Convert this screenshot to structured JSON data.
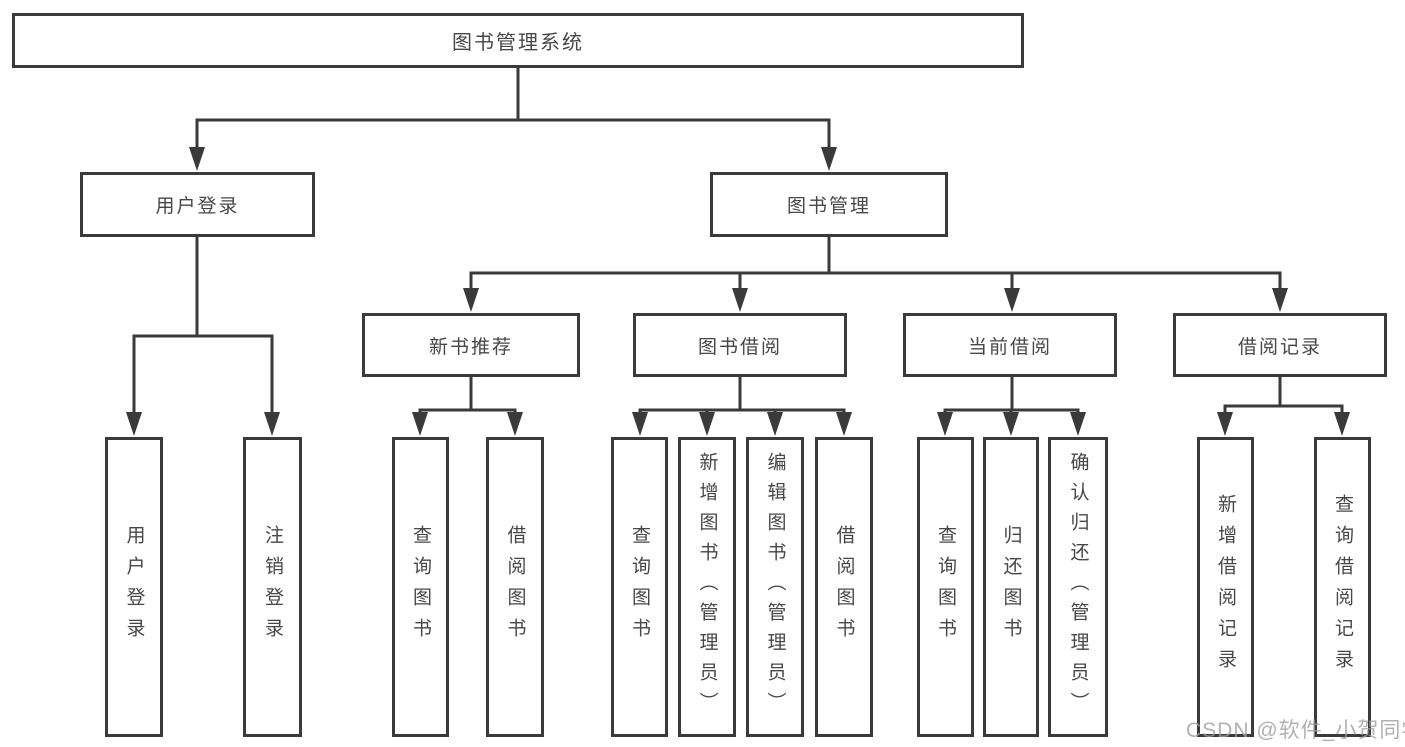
{
  "tree": {
    "label": "图书管理系统",
    "children": [
      {
        "label": "用户登录",
        "children": [
          {
            "label": "用户登录"
          },
          {
            "label": "注销登录"
          }
        ]
      },
      {
        "label": "图书管理",
        "children": [
          {
            "label": "新书推荐",
            "children": [
              {
                "label": "查询图书"
              },
              {
                "label": "借阅图书"
              }
            ]
          },
          {
            "label": "图书借阅",
            "children": [
              {
                "label": "查询图书"
              },
              {
                "label": "新增图书（管理员）"
              },
              {
                "label": "编辑图书（管理员）"
              },
              {
                "label": "借阅图书"
              }
            ]
          },
          {
            "label": "当前借阅",
            "children": [
              {
                "label": "查询图书"
              },
              {
                "label": "归还图书"
              },
              {
                "label": "确认归还（管理员）"
              }
            ]
          },
          {
            "label": "借阅记录",
            "children": [
              {
                "label": "新增借阅记录"
              },
              {
                "label": "查询借阅记录"
              }
            ]
          }
        ]
      }
    ]
  },
  "watermark": {
    "text": "CSDN @软件_小贺同学"
  },
  "colors": {
    "line": "#3a3a3a",
    "text": "#474747",
    "box_background": "#ffffff",
    "page_background": "#ffffff",
    "watermark": "#9e9e9e"
  }
}
